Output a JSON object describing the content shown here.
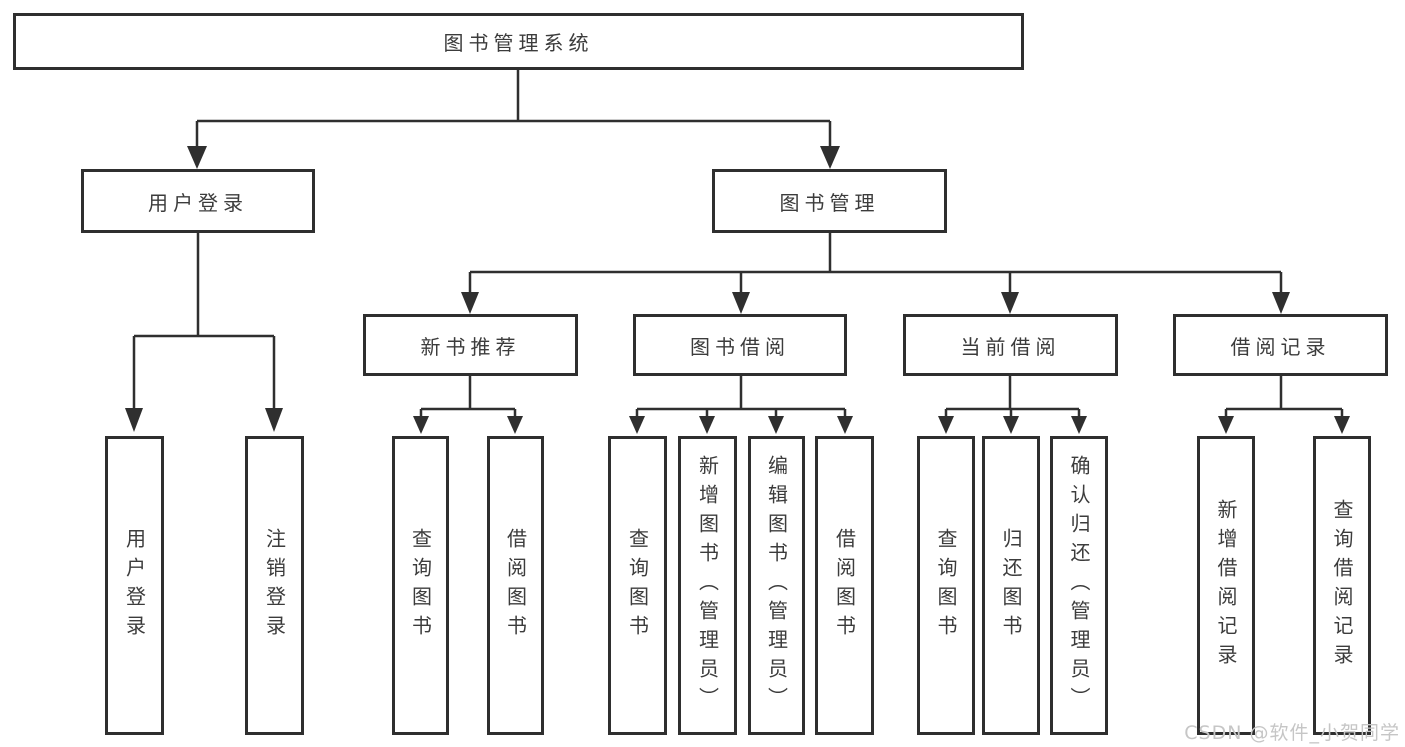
{
  "diagram": {
    "root": {
      "label": "图书管理系统",
      "children": [
        {
          "label": "用户登录",
          "children": [
            {
              "label": "用户登录"
            },
            {
              "label": "注销登录"
            }
          ]
        },
        {
          "label": "图书管理",
          "children": [
            {
              "label": "新书推荐",
              "children": [
                {
                  "label": "查询图书"
                },
                {
                  "label": "借阅图书"
                }
              ]
            },
            {
              "label": "图书借阅",
              "children": [
                {
                  "label": "查询图书"
                },
                {
                  "label": "新增图书（管理员）"
                },
                {
                  "label": "编辑图书（管理员）"
                },
                {
                  "label": "借阅图书"
                }
              ]
            },
            {
              "label": "当前借阅",
              "children": [
                {
                  "label": "查询图书"
                },
                {
                  "label": "归还图书"
                },
                {
                  "label": "确认归还（管理员）"
                }
              ]
            },
            {
              "label": "借阅记录",
              "children": [
                {
                  "label": "新增借阅记录"
                },
                {
                  "label": "查询借阅记录"
                }
              ]
            }
          ]
        }
      ]
    }
  },
  "watermark": {
    "text": "CSDN @软件_小贺同学"
  },
  "colors": {
    "line": "#2f2f2f",
    "box_border": "#2f2f2f",
    "text": "#3c3c3c",
    "watermark": "#c6c6c6",
    "background": "#ffffff"
  }
}
